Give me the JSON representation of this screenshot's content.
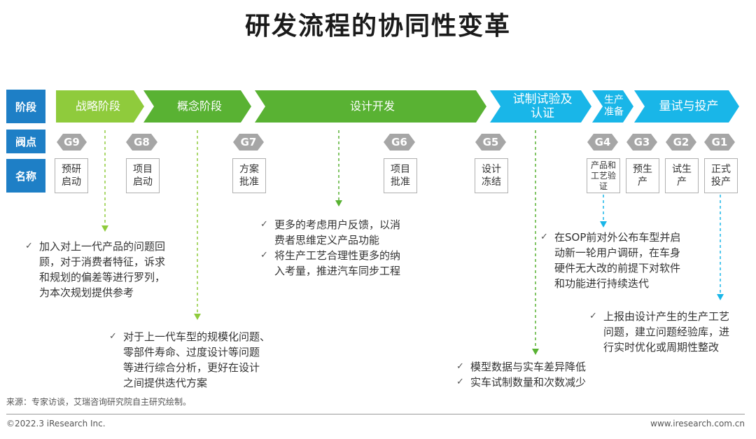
{
  "title": "研发流程的协同性变革",
  "colors": {
    "label_blue": "#1e7fc6",
    "green": "#59b233",
    "light_green": "#8fcb3c",
    "cyan": "#19b6e8",
    "gate_gray": "#a6a6a6"
  },
  "row_labels": {
    "phase": "阶段",
    "gate": "阀点",
    "name": "名称"
  },
  "phases": [
    {
      "label": "战略阶段"
    },
    {
      "label": "概念阶段"
    },
    {
      "label": "设计开发"
    },
    {
      "label": "试制试验及\n认证"
    },
    {
      "label": "生产\n准备"
    },
    {
      "label": "量试与投产"
    }
  ],
  "gates": [
    {
      "label": "G9",
      "name": "预研\n启动"
    },
    {
      "label": "G8",
      "name": "项目\n启动"
    },
    {
      "label": "G7",
      "name": "方案\n批准"
    },
    {
      "label": "G6",
      "name": "项目\n批准"
    },
    {
      "label": "G5",
      "name": "设计\n冻结"
    },
    {
      "label": "G4",
      "name": "产品和\n工艺验\n证"
    },
    {
      "label": "G3",
      "name": "预生\n产"
    },
    {
      "label": "G2",
      "name": "试生\n产"
    },
    {
      "label": "G1",
      "name": "正式\n投产"
    }
  ],
  "notes": {
    "strategy": [
      "加入对上一代产品的问题回\n顾，对于消费者特征，诉求\n和规划的偏差等进行罗列，\n为本次规划提供参考"
    ],
    "concept": [
      "对于上一代车型的规模化问题、\n零部件寿命、过度设计等问题\n等进行综合分析，更好在设计\n之间提供迭代方案"
    ],
    "design": [
      "更多的考虑用户反馈，以消\n费者思维定义产品功能",
      "将生产工艺合理性更多的纳\n入考量，推进汽车同步工程"
    ],
    "trial": [
      "模型数据与实车差异降低",
      "实车试制数量和次数减少"
    ],
    "prep": [
      "在SOP前对外公布车型并启\n动新一轮用户调研，在车身\n硬件无大改的前提下对软件\n和功能进行持续迭代"
    ],
    "mass": [
      "上报由设计产生的生产工艺\n问题，建立问题经验库，进\n行实时优化或周期性整改"
    ]
  },
  "check_mark": "✓",
  "source": "来源：专家访谈，艾瑞咨询研究院自主研究绘制。",
  "copyright": "©2022.3 iResearch Inc.",
  "website": "www.iresearch.com.cn"
}
